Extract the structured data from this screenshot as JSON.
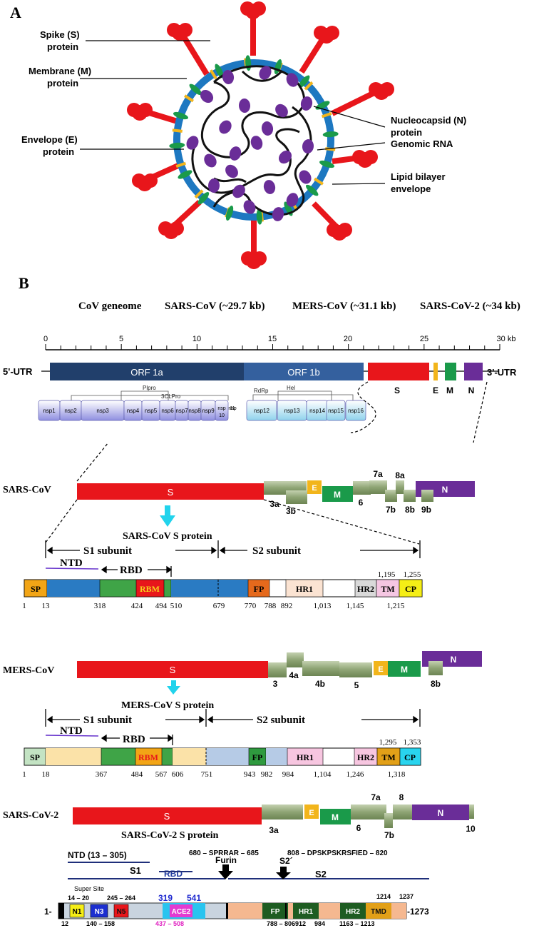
{
  "panel_a": {
    "letter": "A",
    "labels": {
      "spike_1": "Spike (S)",
      "spike_2": "protein",
      "membrane_1": "Membrane (M)",
      "membrane_2": "protein",
      "envelope_1": "Envelope (E)",
      "envelope_2": "protein",
      "nucleocapsid_1": "Nucleocapsid (N)",
      "nucleocapsid_2": "protein",
      "rna": "Genomic RNA",
      "lipid_1": "Lipid bilayer",
      "lipid_2": "envelope"
    }
  },
  "panel_b": {
    "letter": "B",
    "header": {
      "cov": "CoV geneome",
      "sars": "SARS-CoV (~29.7 kb)",
      "mers": "MERS-CoV (~31.1 kb)",
      "sars2": "SARS-CoV-2 (~34 kb)"
    },
    "ruler": {
      "ticks": [
        "0",
        "5",
        "10",
        "15",
        "20",
        "25",
        "30 kb"
      ]
    },
    "genome": {
      "utr5": "5'-UTR",
      "utr3": "3'-UTR",
      "orf1a": "ORF 1a",
      "orf1b": "ORF 1b",
      "s": "S",
      "e": "E",
      "m": "M",
      "n": "N",
      "plpro": "Plpro",
      "clpro": "3CLPro",
      "rdrp": "RdRp",
      "hel": "Hel",
      "nsp": [
        "nsp1",
        "nsp2",
        "nsp3",
        "nsp4",
        "nsp5",
        "nsp6",
        "nsp7",
        "nsp8",
        "nsp9",
        "nsp 10",
        "nsp 11",
        "nsp12",
        "nsp13",
        "nsp14",
        "nsp15",
        "nsp16"
      ]
    },
    "sars_cov": {
      "name": "SARS-CoV",
      "s": "S",
      "e": "E",
      "m": "M",
      "n": "N",
      "orfs": [
        "3a",
        "3b",
        "6",
        "7a",
        "7b",
        "8a",
        "8b",
        "9b"
      ],
      "protein_title": "SARS-CoV S protein",
      "s1": "S1 subunit",
      "s2": "S2 subunit",
      "ntd": "NTD",
      "rbd": "RBD",
      "domains": {
        "sp": "SP",
        "rbm": "RBM",
        "fp": "FP",
        "hr1": "HR1",
        "hr2": "HR2",
        "tm": "TM",
        "cp": "CP"
      },
      "bottom_nums": [
        "1",
        "13",
        "318",
        "424",
        "494",
        "510",
        "679",
        "770",
        "788",
        "892",
        "1,013",
        "1,145",
        "1,215"
      ],
      "top_nums": [
        "1,195",
        "1,255"
      ]
    },
    "mers_cov": {
      "name": "MERS-CoV",
      "s": "S",
      "e": "E",
      "m": "M",
      "n": "N",
      "orfs": [
        "3",
        "4a",
        "4b",
        "5",
        "8b"
      ],
      "protein_title": "MERS-CoV S protein",
      "s1": "S1 subunit",
      "s2": "S2 subunit",
      "ntd": "NTD",
      "rbd": "RBD",
      "domains": {
        "sp": "SP",
        "rbm": "RBM",
        "fp": "FP",
        "hr1": "HR1",
        "hr2": "HR2",
        "tm": "TM",
        "cp": "CP"
      },
      "bottom_nums": [
        "1",
        "18",
        "367",
        "484",
        "567",
        "606",
        "751",
        "943",
        "982",
        "984",
        "1,104",
        "1,246",
        "1,318"
      ],
      "top_nums": [
        "1,295",
        "1,353"
      ]
    },
    "sars_cov2": {
      "name": "SARS-CoV-2",
      "s": "S",
      "e": "E",
      "m": "M",
      "n": "N",
      "orfs": [
        "3a",
        "6",
        "7a",
        "7b",
        "8",
        "10"
      ],
      "protein_title": "SARS-CoV-2 S protein",
      "ntd": "NTD (13 – 305)",
      "s1": "S1",
      "rbd": "RBD",
      "s2": "S2",
      "furin_site": "680 – SPRRAR – 685",
      "furin": "Furin",
      "s2p_site": "808 – DPSKPSKRSFIED – 820",
      "s2p": "S2´",
      "super_site": "Super Site",
      "domains": {
        "n1": "N1",
        "n3": "N3",
        "n5": "N5",
        "ace2": "ACE2",
        "fp": "FP",
        "hr1": "HR1",
        "hr2": "HR2",
        "tmd": "TMD"
      },
      "start": "1-",
      "end": "-1273",
      "r1": "14 – 20",
      "r2": "245 – 264",
      "r3": "319",
      "r4": "541",
      "r5": "1214",
      "r6": "1237",
      "r7": "12",
      "r8": "140 – 158",
      "r9": "437 – 508",
      "r10": "788 – 806",
      "r11": "912",
      "r12": "984",
      "r13": "1163 – 1213"
    }
  },
  "colors": {
    "spike": "#e8161b",
    "membrane_shell": "#1d78c1",
    "membrane_protein": "#1a9a4a",
    "envelope": "#f2b51b",
    "nucleocapsid": "#6a2d98",
    "orf1a": "#213f6b",
    "orf1b": "#34609e"
  }
}
